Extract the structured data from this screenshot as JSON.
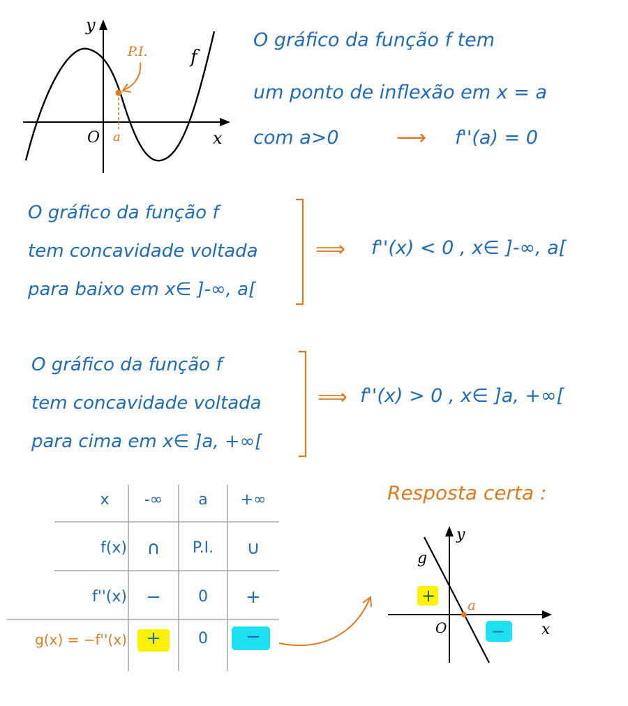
{
  "graph1": {
    "y_label": "y",
    "x_label": "x",
    "origin_label": "O",
    "a_label": "a",
    "pi_label": "P.I.",
    "f_label": "f"
  },
  "note1": {
    "line1": "O gráfico da função f tem",
    "line2": "um ponto de inflexão em x = a",
    "line3_left": "com a>0",
    "line3_arrow": "⟶",
    "line3_right": "f''(a) = 0"
  },
  "block2": {
    "line1": "O gráfico da função f",
    "line2": "tem concavidade voltada",
    "line3": "para baixo em x∈ ]-∞, a[",
    "implies": "⟹",
    "result": "f''(x) < 0   , x∈ ]-∞, a["
  },
  "block3": {
    "line1": "O gráfico da função f",
    "line2": "tem concavidade voltada",
    "line3": "para cima em x∈ ]a, +∞[",
    "implies": "⟹",
    "result": "f''(x) > 0 , x∈ ]a, +∞["
  },
  "table": {
    "header": [
      "x",
      "-∞",
      "a",
      "+∞"
    ],
    "rows": [
      {
        "label": "f(x)",
        "cells": [
          "∩",
          "P.I.",
          "∪"
        ]
      },
      {
        "label": "f''(x)",
        "cells": [
          "−",
          "0",
          "+"
        ]
      },
      {
        "label": "g(x) = −f''(x)",
        "cells": [
          "+",
          "0",
          "−"
        ]
      }
    ]
  },
  "answer": {
    "title": "Resposta certa :",
    "g_label": "g",
    "y_label": "y",
    "x_label": "x",
    "origin_label": "O",
    "a_label": "a",
    "plus": "+",
    "minus": "−"
  },
  "colors": {
    "pen_blue": "#1f6bb5",
    "pen_orange": "#e07a1f",
    "highlight_yellow": "#fff200",
    "highlight_cyan": "#1ee0f0"
  }
}
